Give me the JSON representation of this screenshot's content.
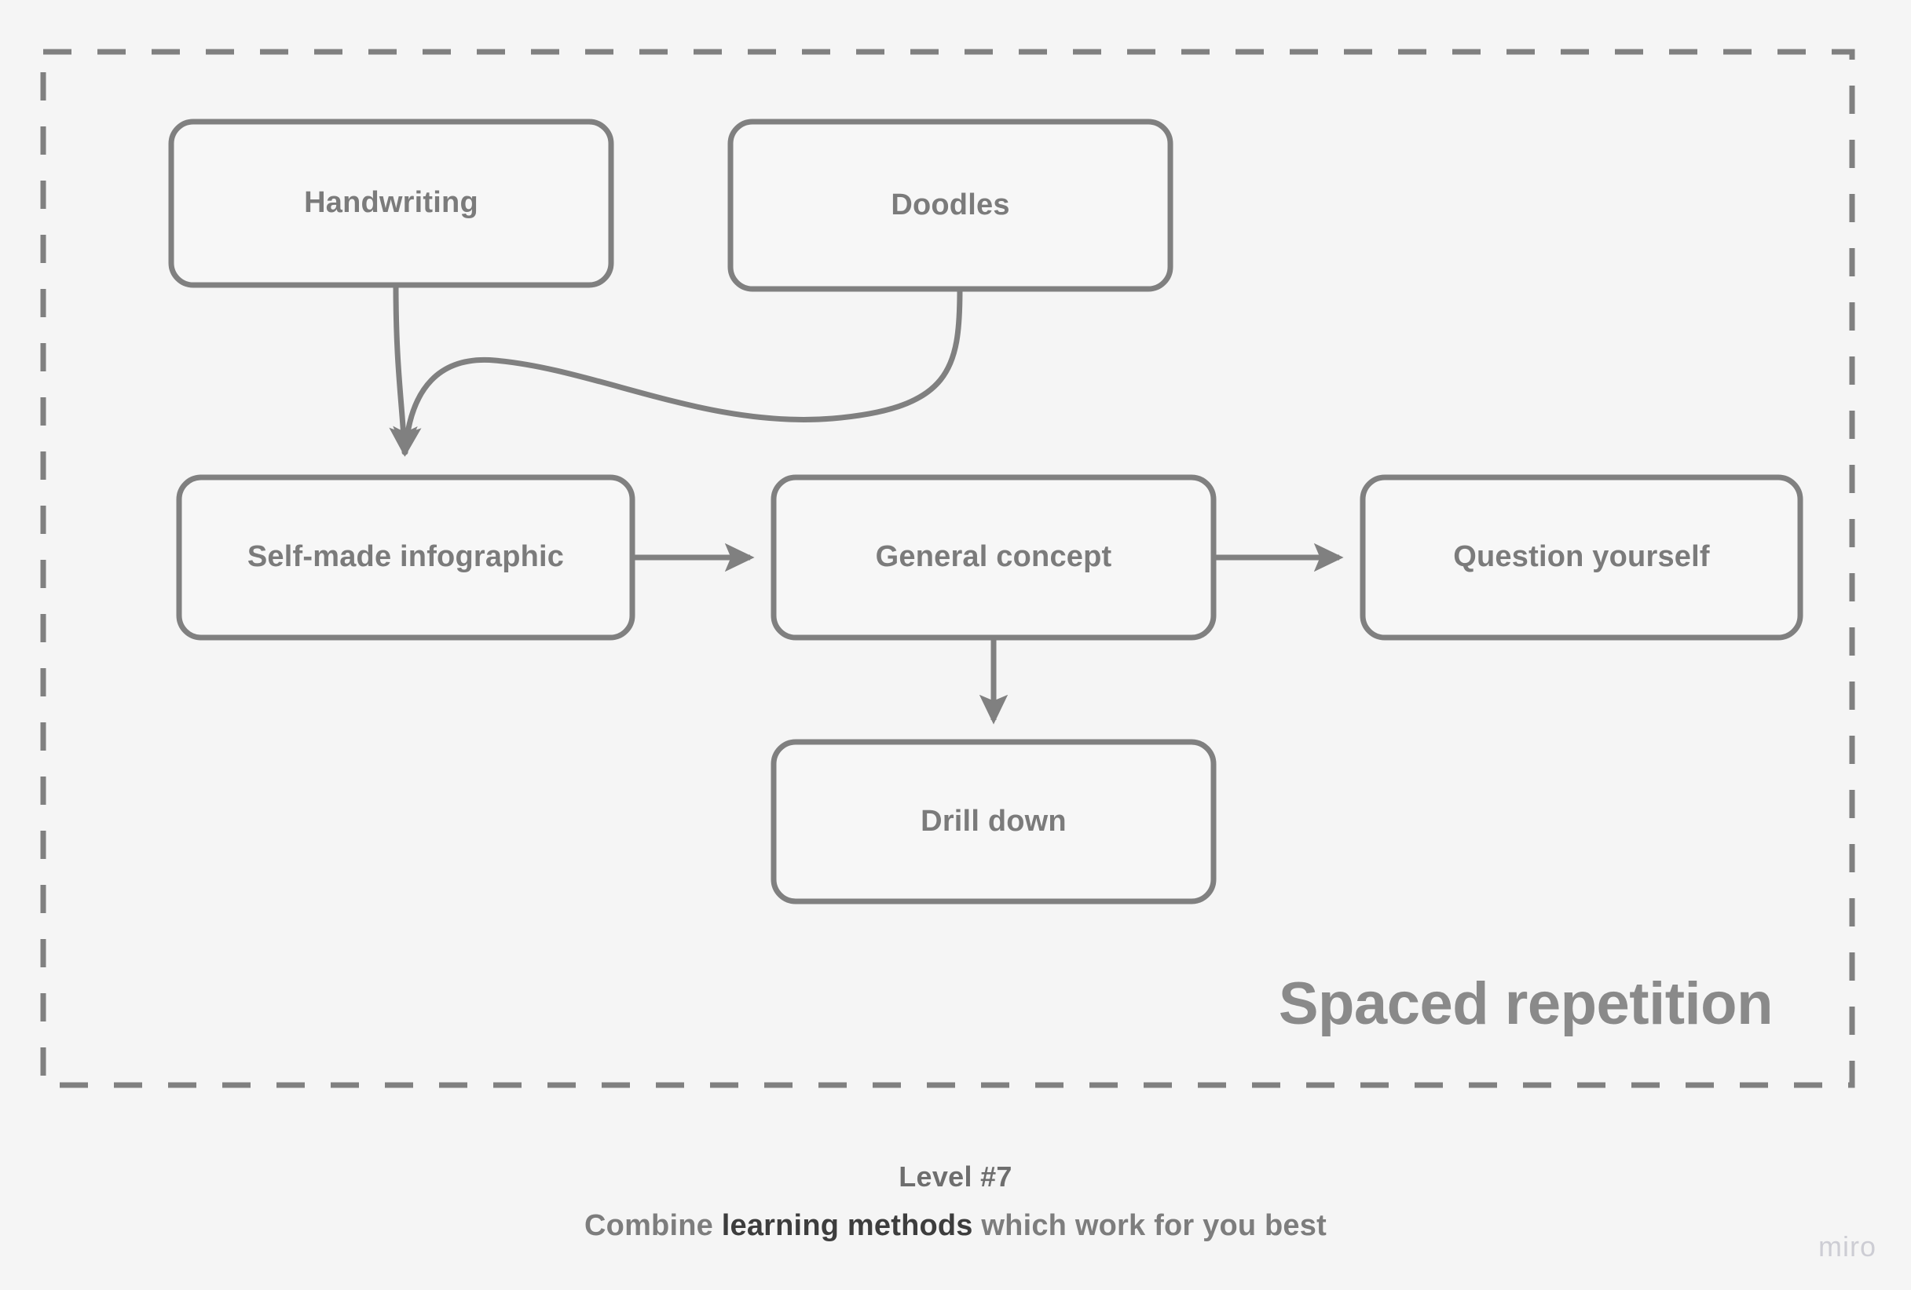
{
  "canvas": {
    "background_color": "#f5f5f5",
    "stroke_color": "#808080",
    "node_text_color": "#7b7b7b",
    "group_title_color": "#8a8a8a",
    "caption_color": "#7d7d7d",
    "caption_strong_color": "#3d3d3d",
    "watermark_color": "#cdcdd4"
  },
  "group": {
    "title": "Spaced repetition",
    "border_style": "dashed"
  },
  "nodes": [
    {
      "id": "handwriting",
      "label": "Handwriting"
    },
    {
      "id": "doodles",
      "label": "Doodles"
    },
    {
      "id": "self-made-infographic",
      "label": "Self-made infographic"
    },
    {
      "id": "general-concept",
      "label": "General concept"
    },
    {
      "id": "question-yourself",
      "label": "Question yourself"
    },
    {
      "id": "drill-down",
      "label": "Drill down"
    }
  ],
  "connectors": [
    {
      "from": "handwriting",
      "to": "self-made-infographic",
      "style": "curved-arrow"
    },
    {
      "from": "doodles",
      "to": "self-made-infographic",
      "style": "curved-arrow"
    },
    {
      "from": "self-made-infographic",
      "to": "general-concept",
      "style": "straight-arrow"
    },
    {
      "from": "general-concept",
      "to": "question-yourself",
      "style": "straight-arrow"
    },
    {
      "from": "general-concept",
      "to": "drill-down",
      "style": "straight-arrow"
    }
  ],
  "caption": {
    "level": "Level #7",
    "text_before": "Combine ",
    "text_strong": "learning methods",
    "text_after": " which work for you best"
  },
  "watermark": {
    "label": "miro"
  }
}
